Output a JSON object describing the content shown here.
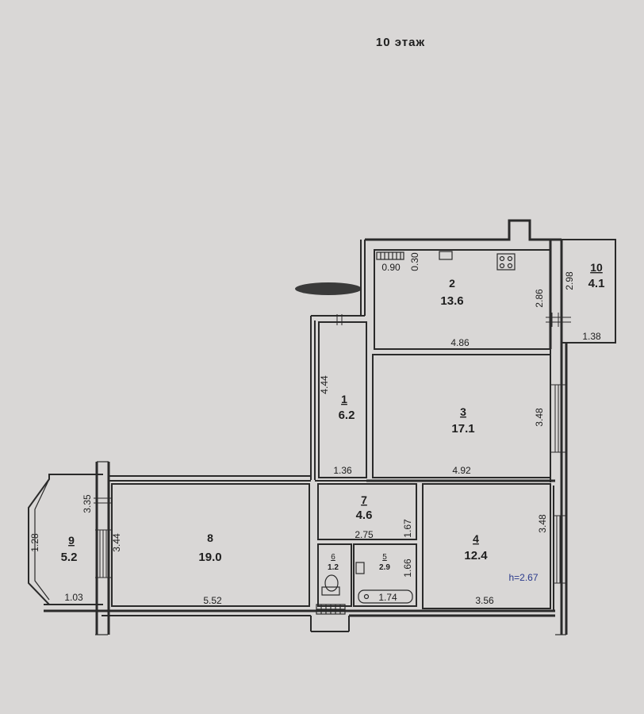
{
  "floor": {
    "title": "10 этаж"
  },
  "rooms": [
    {
      "num": "1",
      "area": "6.2"
    },
    {
      "num": "2",
      "area": "13.6"
    },
    {
      "num": "3",
      "area": "17.1"
    },
    {
      "num": "4",
      "area": "12.4"
    },
    {
      "num": "5",
      "area": "2.9"
    },
    {
      "num": "6",
      "area": "1.2"
    },
    {
      "num": "7",
      "area": "4.6"
    },
    {
      "num": "8",
      "area": "19.0"
    },
    {
      "num": "9",
      "area": "5.2"
    },
    {
      "num": "10",
      "area": "4.1"
    }
  ],
  "dims": {
    "d090": "0.90",
    "d030": "0.30",
    "d286": "2.86",
    "d298": "2.98",
    "d138": "1.38",
    "d486": "4.86",
    "d444": "4.44",
    "d136": "1.36",
    "d348a": "3.48",
    "d492": "4.92",
    "d335": "3.35",
    "d344": "3.44",
    "d128": "1.28",
    "d103": "1.03",
    "d552": "5.52",
    "d275": "2.75",
    "d167": "1.67",
    "d166": "1.66",
    "d174": "1.74",
    "d348b": "3.48",
    "d356": "3.56"
  },
  "height_note": "h=2.67",
  "colors": {
    "background": "#d9d7d6",
    "ink": "#2a2a2a",
    "accent_text": "#2a3a8c",
    "redaction": "#3a3a3a"
  }
}
